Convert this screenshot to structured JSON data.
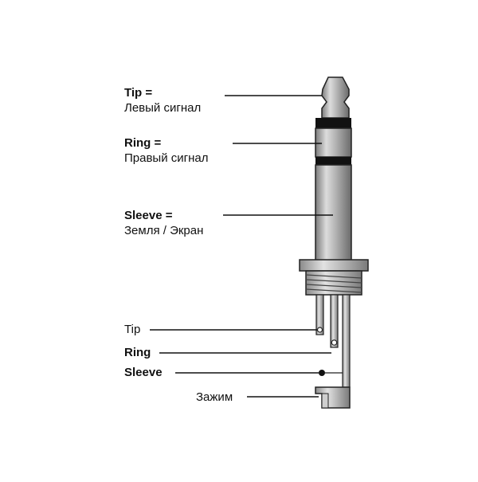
{
  "labels": {
    "tip": {
      "title": "Tip =",
      "desc": "Левый сигнал"
    },
    "ring": {
      "title": "Ring =",
      "desc": "Правый сигнал"
    },
    "sleeve": {
      "title": "Sleeve =",
      "desc": "Земля / Экран"
    },
    "tip_terminal": "Tip",
    "ring_terminal": "Ring",
    "sleeve_terminal": "Sleeve",
    "clamp": "Зажим"
  },
  "colors": {
    "metal_light": "#d6d6d6",
    "metal_mid": "#a8a8a8",
    "metal_dark": "#6e6e6e",
    "insulator": "#111111",
    "outline": "#222222"
  }
}
